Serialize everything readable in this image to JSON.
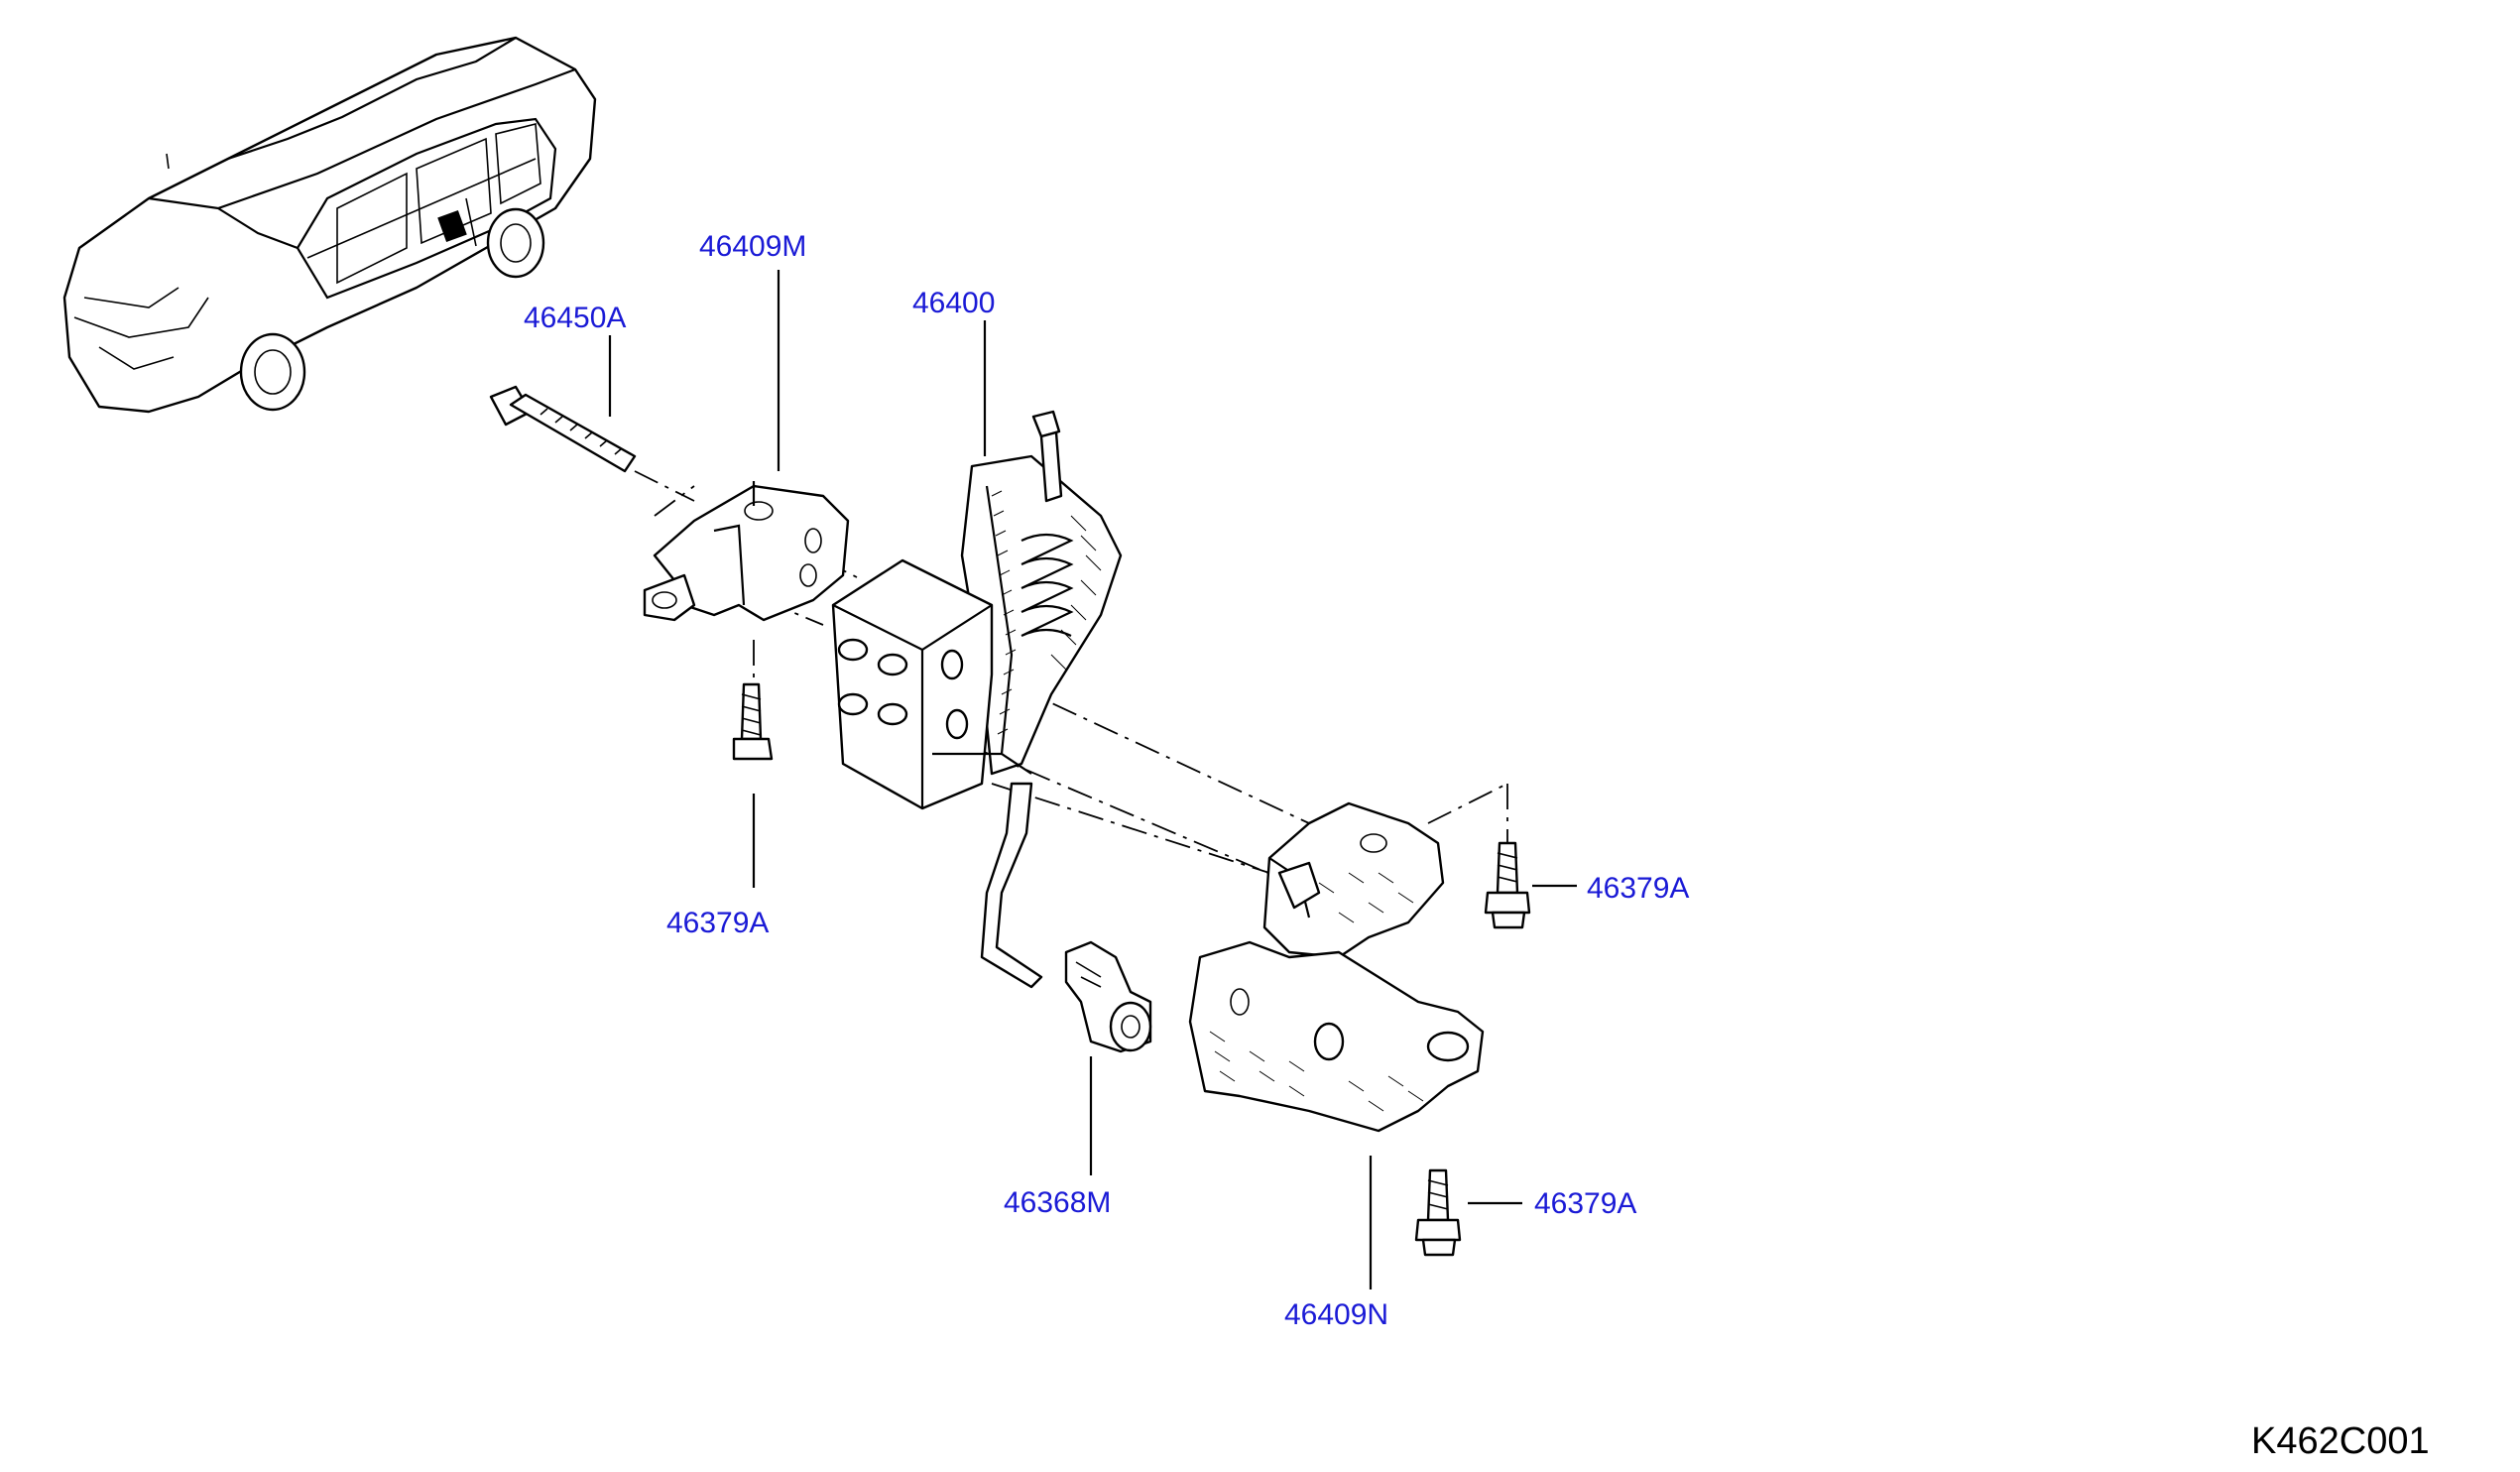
{
  "diagram_code": "K462C001",
  "callouts": [
    {
      "id": "c1",
      "label": "46409M"
    },
    {
      "id": "c2",
      "label": "46450A"
    },
    {
      "id": "c3",
      "label": "46400"
    },
    {
      "id": "c4",
      "label": "46379A"
    },
    {
      "id": "c5",
      "label": "46379A"
    },
    {
      "id": "c6",
      "label": "46368M"
    },
    {
      "id": "c7",
      "label": "46379A"
    },
    {
      "id": "c8",
      "label": "46409N"
    }
  ],
  "colors": {
    "callout_text": "#1a1ad6",
    "line_art": "#000000",
    "background": "#ffffff"
  }
}
